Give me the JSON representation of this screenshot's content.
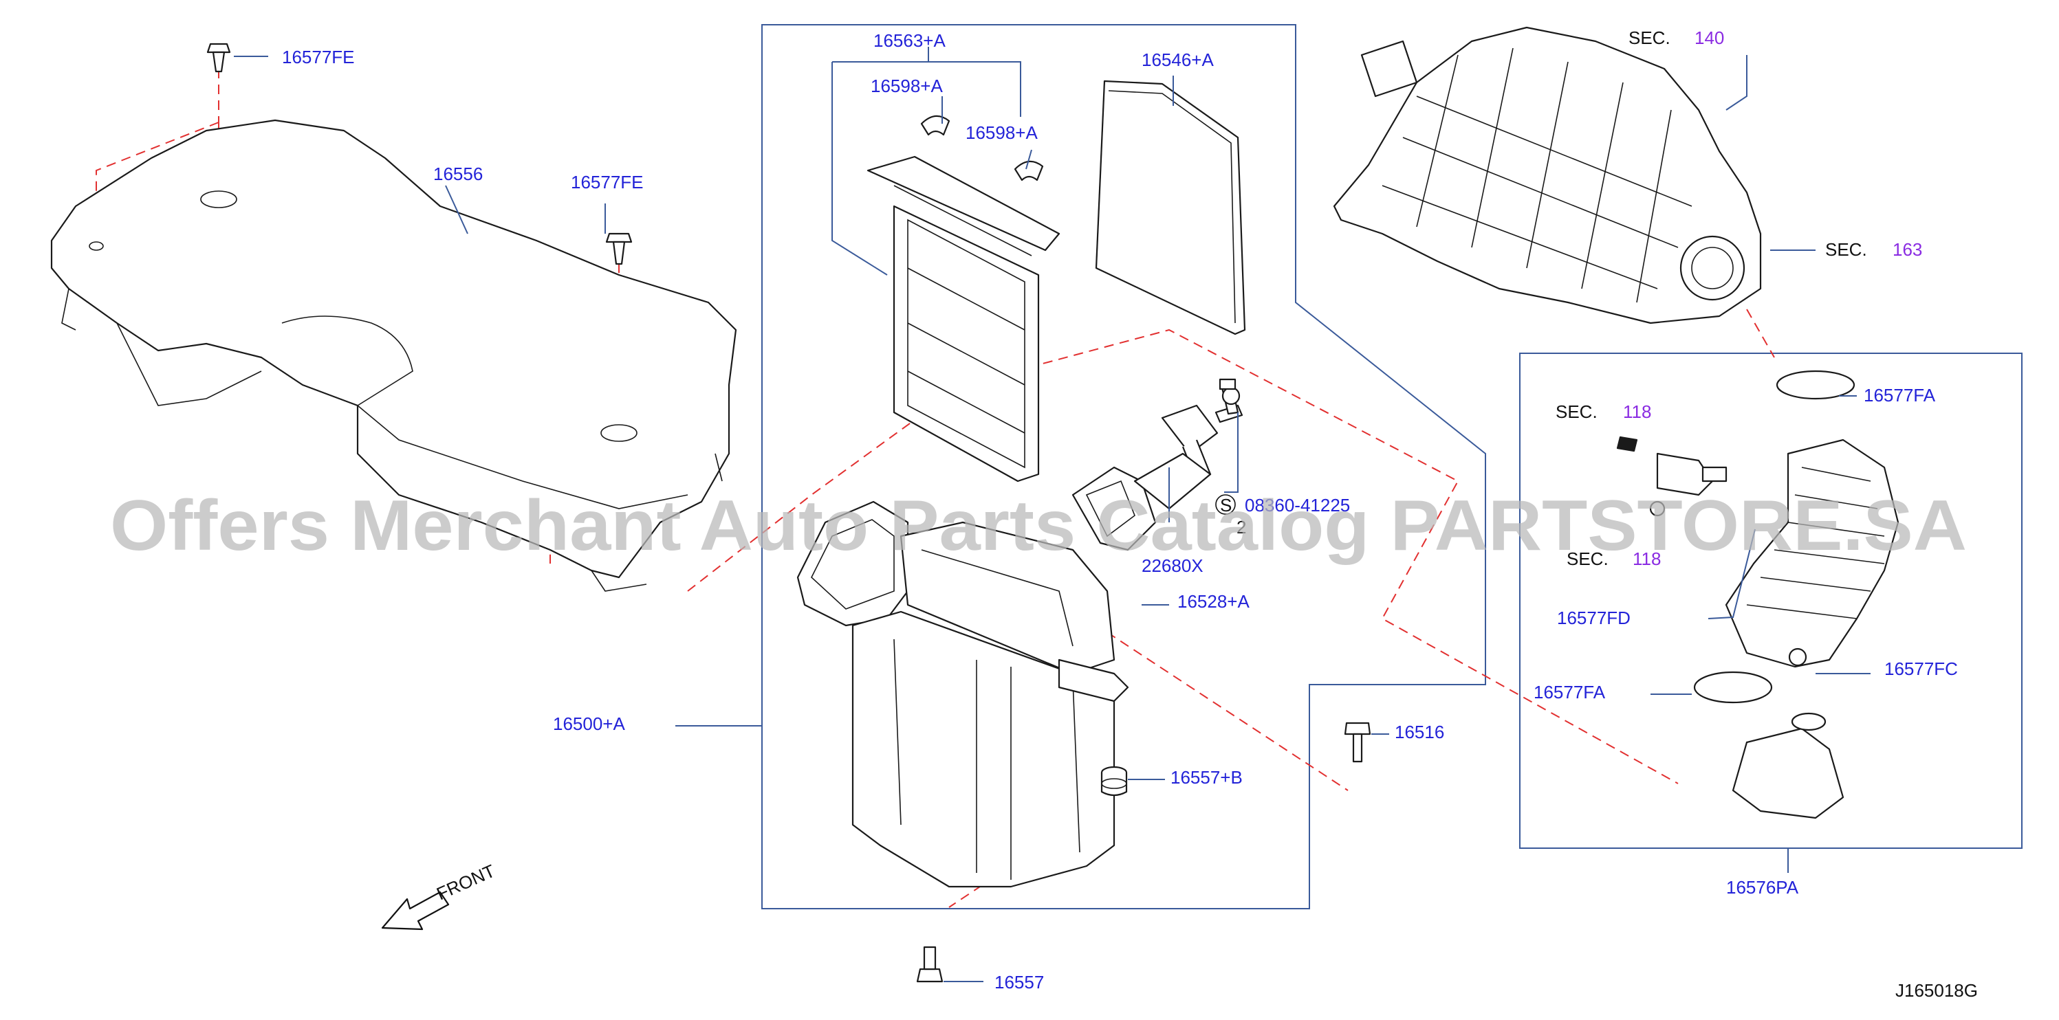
{
  "diagram": {
    "watermark": "Offers Merchant Auto Parts Catalog PARTSTORE.SA",
    "drawing_code": "J165018G",
    "front_label": "FRONT",
    "part_labels": {
      "p16577FE_top": "16577FE",
      "p16556": "16556",
      "p16577FE_mid": "16577FE",
      "p16563A": "16563+A",
      "p16598A_1": "16598+A",
      "p16598A_2": "16598+A",
      "p16546A": "16546+A",
      "p08360": "08360-41225",
      "p08360_qty": "2",
      "p08360_s": "S",
      "p22680X": "22680X",
      "p16528A": "16528+A",
      "p16500A": "16500+A",
      "p16516": "16516",
      "p16557B": "16557+B",
      "p16557": "16557",
      "p16577FA_1": "16577FA",
      "p16577FD": "16577FD",
      "p16577FC": "16577FC",
      "p16577FA_2": "16577FA",
      "p16576PA": "16576PA"
    },
    "section_refs": {
      "sec_label": "SEC.",
      "sec140": "140",
      "sec163": "163",
      "sec118_a": "118",
      "sec118_b": "118"
    },
    "colors": {
      "part_number": "#2323d8",
      "section_number": "#8a2be2",
      "dashed_guide": "#e23030",
      "leader_line": "#3a5a9a",
      "watermark": "#b9b9b9"
    }
  }
}
